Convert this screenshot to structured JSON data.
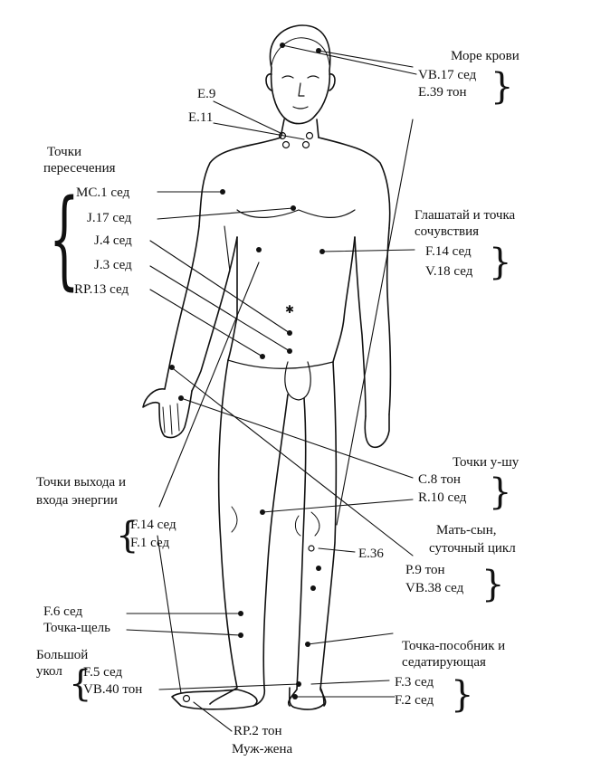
{
  "labels": {
    "more_krovi": "Море крови",
    "vb17": "VB.17 сед",
    "e39": "E.39 тон",
    "e9": "E.9",
    "e11": "E.11",
    "tochki_peresecheniya_1": "Точки",
    "tochki_peresecheniya_2": "пересечения",
    "mc1": "MC.1 сед",
    "j17": "J.17 сед",
    "j4": "J.4 сед",
    "j3": "J.3 сед",
    "rp13": "RP.13 сед",
    "glashatay_1": "Глашатай и точка",
    "glashatay_2": "сочувствия",
    "f14_right": "F.14 сед",
    "v18": "V.18 сед",
    "tochki_ushu": "Точки у-шу",
    "c8": "C.8 тон",
    "r10": "R.10 сед",
    "vyhod_1": "Точки выхода и",
    "vyhod_2": "входа энергии",
    "f14_left": "F.14 сед",
    "f1": "F.1 сед",
    "mat_syn_1": "Мать-сын,",
    "mat_syn_2": "суточный цикл",
    "e36": "E.36",
    "p9": "P.9 тон",
    "vb38": "VB.38 сед",
    "f6": "F.6 сед",
    "tochka_shel": "Точка-щель",
    "bolshoy_1": "Большой",
    "bolshoy_2": "укол",
    "f5": "F.5 сед",
    "vb40": "VB.40 тон",
    "posobnik_1": "Точка-пособник и",
    "posobnik_2": "седатирующая",
    "f3": "F.3 сед",
    "f2": "F.2 сед",
    "rp2": "RP.2 тон",
    "muzh_zhena": "Муж-жена"
  }
}
